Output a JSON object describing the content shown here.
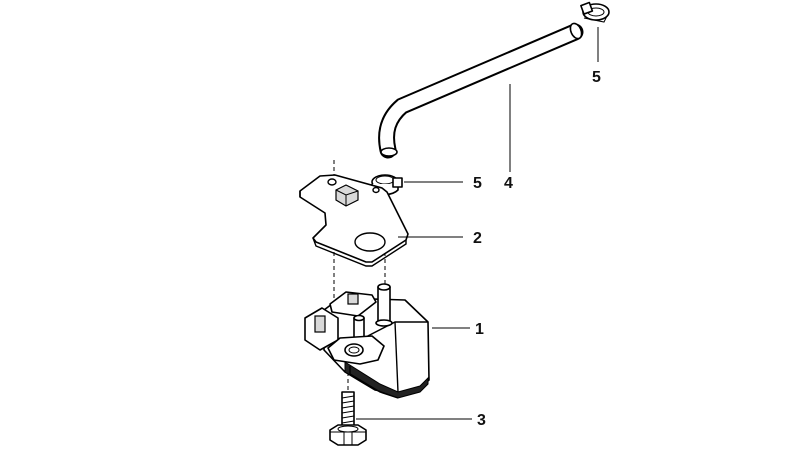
{
  "diagram": {
    "callouts": [
      {
        "id": "p1",
        "number": "1"
      },
      {
        "id": "p2",
        "number": "2"
      },
      {
        "id": "p3",
        "number": "3"
      },
      {
        "id": "p4",
        "number": "4"
      },
      {
        "id": "p5a",
        "number": "5"
      },
      {
        "id": "p5b",
        "number": "5"
      }
    ]
  }
}
